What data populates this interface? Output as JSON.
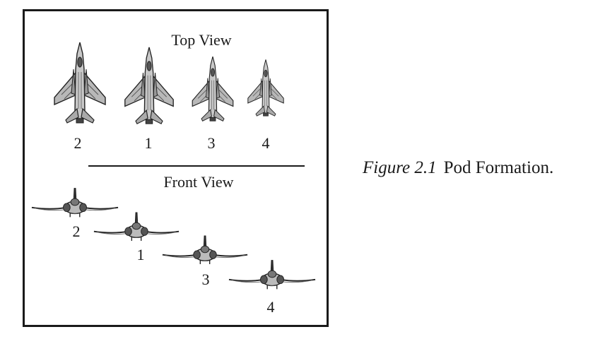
{
  "top_view": {
    "title": "Top View",
    "aircraft_labels": [
      "2",
      "1",
      "3",
      "4"
    ]
  },
  "front_view": {
    "title": "Front View",
    "aircraft_labels": [
      "2",
      "1",
      "3",
      "4"
    ]
  },
  "caption": {
    "figure_number": "Figure 2.1",
    "text": "Pod Formation."
  },
  "icons": {
    "top": "fighter-jet-top-view-icon",
    "front": "fighter-jet-front-view-icon"
  }
}
